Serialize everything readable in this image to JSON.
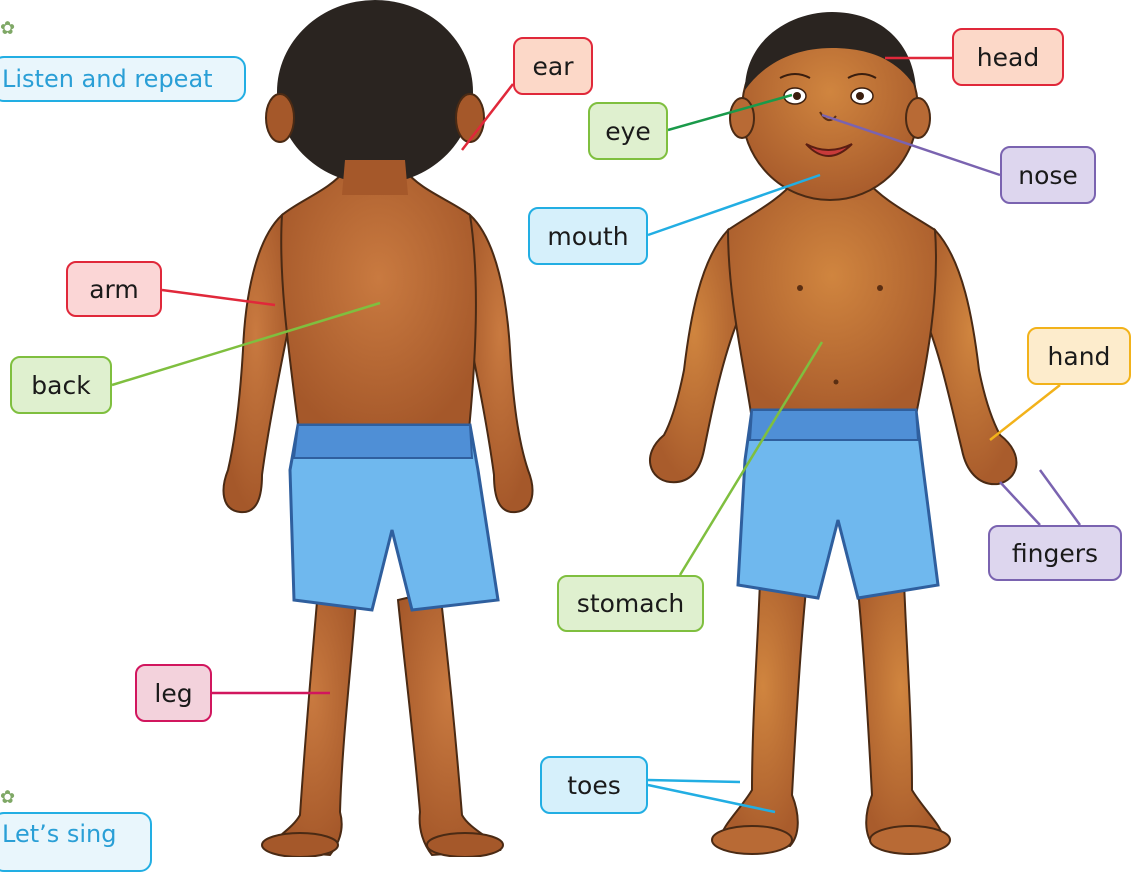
{
  "sections": {
    "listen_repeat": "Listen and repeat",
    "lets_sing": "Let’s sing"
  },
  "labels": {
    "ear": "ear",
    "head": "head",
    "eye": "eye",
    "nose": "nose",
    "mouth": "mouth",
    "arm": "arm",
    "back": "back",
    "hand": "hand",
    "fingers": "fingers",
    "stomach": "stomach",
    "leg": "leg",
    "toes": "toes"
  },
  "colors": {
    "red": "#e0283a",
    "green": "#7fbf3f",
    "dark_green": "#1a9a4a",
    "blue": "#22aee3",
    "purple": "#7a63b0",
    "yellow": "#f2b21a",
    "pink": "#d1165e",
    "skin": "#b86a35",
    "shorts": "#6fb8ee",
    "hair": "#2a2420"
  }
}
